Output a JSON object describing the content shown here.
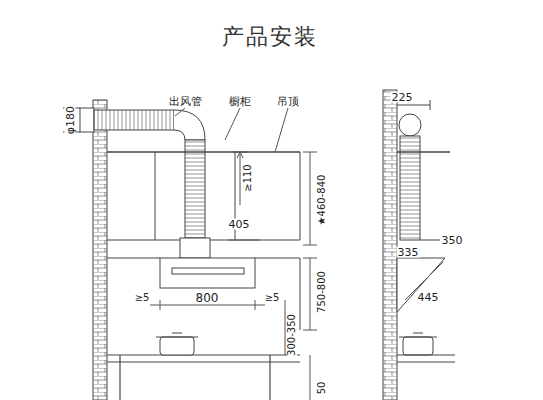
{
  "diagram": {
    "title": "产品安装",
    "labels": [
      "出风管",
      "橱柜",
      "吊顶",
      "φ180",
      "≥110",
      "405",
      "★460-840",
      "≥5",
      "800",
      "≥5",
      "750-800",
      "300-350",
      "50",
      "225",
      "350",
      "335",
      "445"
    ]
  }
}
